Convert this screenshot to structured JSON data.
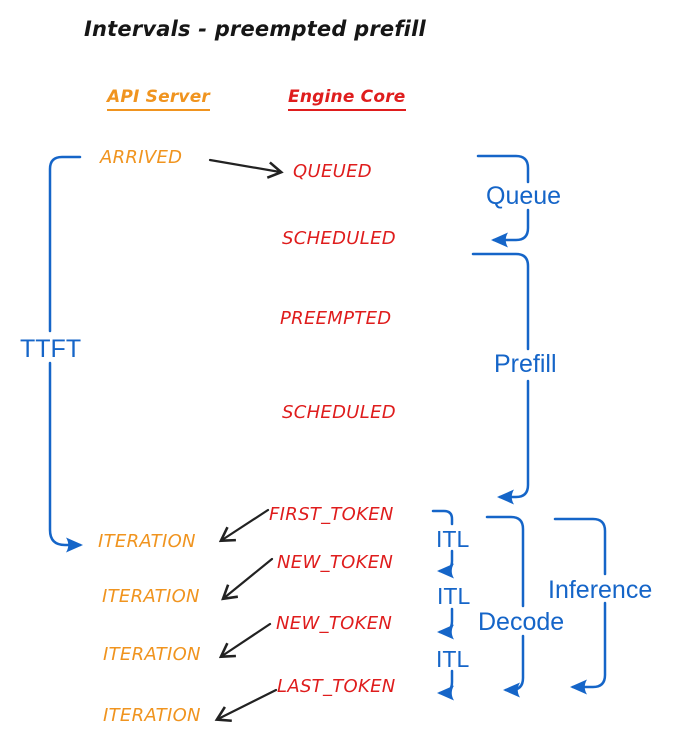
{
  "title": "Intervals - preempted prefill",
  "colors": {
    "blue": "#1565c8",
    "orange": "#f0941f",
    "red": "#df1d1d",
    "ink": "#222222"
  },
  "columns": {
    "api_server": "API Server",
    "engine_core": "Engine Core"
  },
  "api_column": {
    "arrived": "ARRIVED",
    "iterations": [
      "ITERATION",
      "ITERATION",
      "ITERATION",
      "ITERATION"
    ]
  },
  "engine_column": {
    "queued": "QUEUED",
    "scheduled_1": "SCHEDULED",
    "preempted": "PREEMPTED",
    "scheduled_2": "SCHEDULED",
    "first_token": "FIRST_TOKEN",
    "new_token_1": "NEW_TOKEN",
    "new_token_2": "NEW_TOKEN",
    "last_token": "LAST_TOKEN"
  },
  "intervals": {
    "ttft": "TTFT",
    "queue": "Queue",
    "prefill": "Prefill",
    "itl_labels": [
      "ITL",
      "ITL",
      "ITL"
    ],
    "decode": "Decode",
    "inference": "Inference"
  }
}
